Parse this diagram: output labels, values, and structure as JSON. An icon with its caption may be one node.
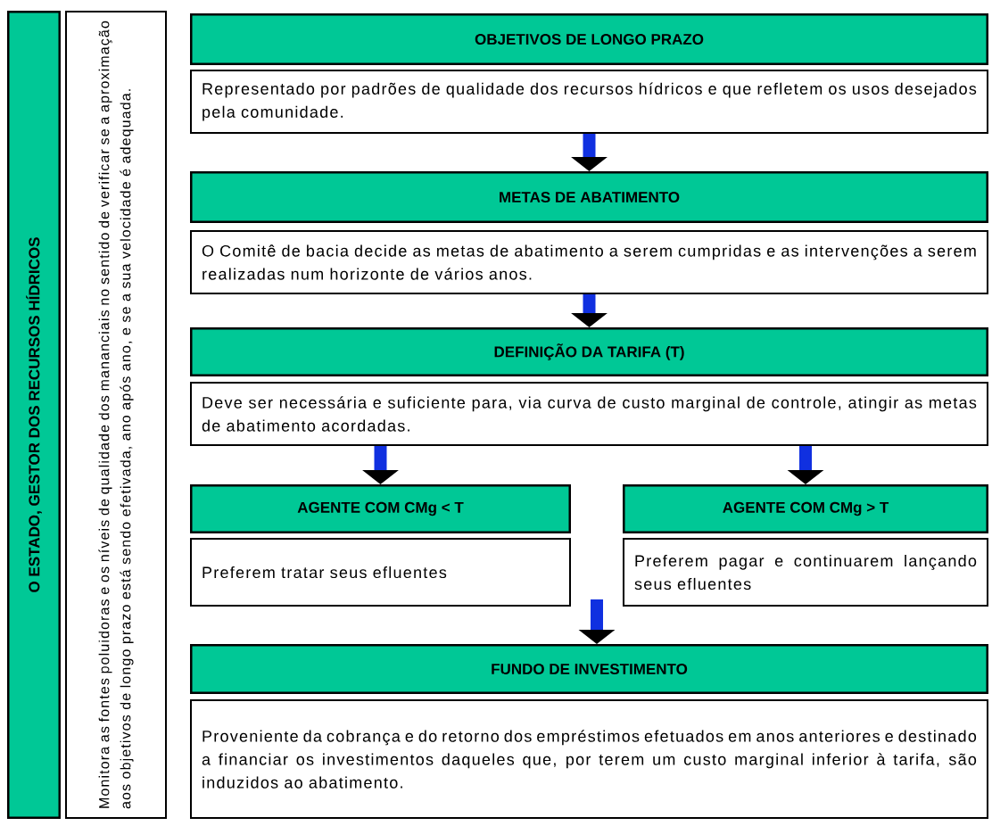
{
  "diagram": {
    "nodes": [
      {
        "text": [
          "O ESTADO, GESTOR DOS RECURSOS HÍDRICOS"
        ]
      },
      {
        "text": [
          "Monitora as fontes poluidoras e os níveis de qualidade dos mananciais no sentido de verificar se a aproximação aos objetivos de longo prazo está sendo efetivada, ano após ano, e se a sua velocidade é adequada."
        ]
      },
      {
        "text": [
          "OBJETIVOS DE LONGO PRAZO"
        ]
      },
      {
        "text": [
          "Representado por padrões de qualidade dos recursos hídricos e que refletem os usos desejados pela comunidade."
        ]
      },
      {
        "text": [
          "METAS DE ABATIMENTO"
        ]
      },
      {
        "text": [
          "O Comitê de bacia decide as metas de abatimento a serem cumpridas e as intervenções a serem realizadas num horizonte de vários anos."
        ]
      },
      {
        "text": [
          "DEFINIÇÃO DA TARIFA (T)"
        ]
      },
      {
        "text": [
          "Deve ser necessária e suficiente para, via curva de custo marginal de controle, atingir as metas de abatimento acordadas."
        ]
      },
      {
        "text": [
          "AGENTE COM CMg < T"
        ]
      },
      {
        "text": [
          "Preferem tratar seus efluentes"
        ]
      },
      {
        "text": [
          "AGENTE COM CMg > T"
        ]
      },
      {
        "text": [
          "Preferem pagar e continuarem lançando seus efluentes"
        ]
      },
      {
        "text": [
          "FUNDO DE INVESTIMENTO"
        ]
      },
      {
        "text": [
          "Proveniente da cobrança e do retorno dos empréstimos efetuados em anos anteriores e destinado a financiar os investimentos daqueles que, por terem um custo marginal inferior à tarifa, são induzidos ao abatimento."
        ]
      }
    ],
    "edges": [
      {
        "from": 3,
        "to": 4,
        "arrow": "to"
      },
      {
        "from": 5,
        "to": 6,
        "arrow": "to"
      },
      {
        "from": 7,
        "to": 8,
        "arrow": "to"
      },
      {
        "from": 7,
        "to": 10,
        "arrow": "to"
      },
      {
        "from": 9,
        "to": 12,
        "arrow": "to"
      },
      {
        "from": 11,
        "to": 12,
        "arrow": "to"
      }
    ]
  }
}
